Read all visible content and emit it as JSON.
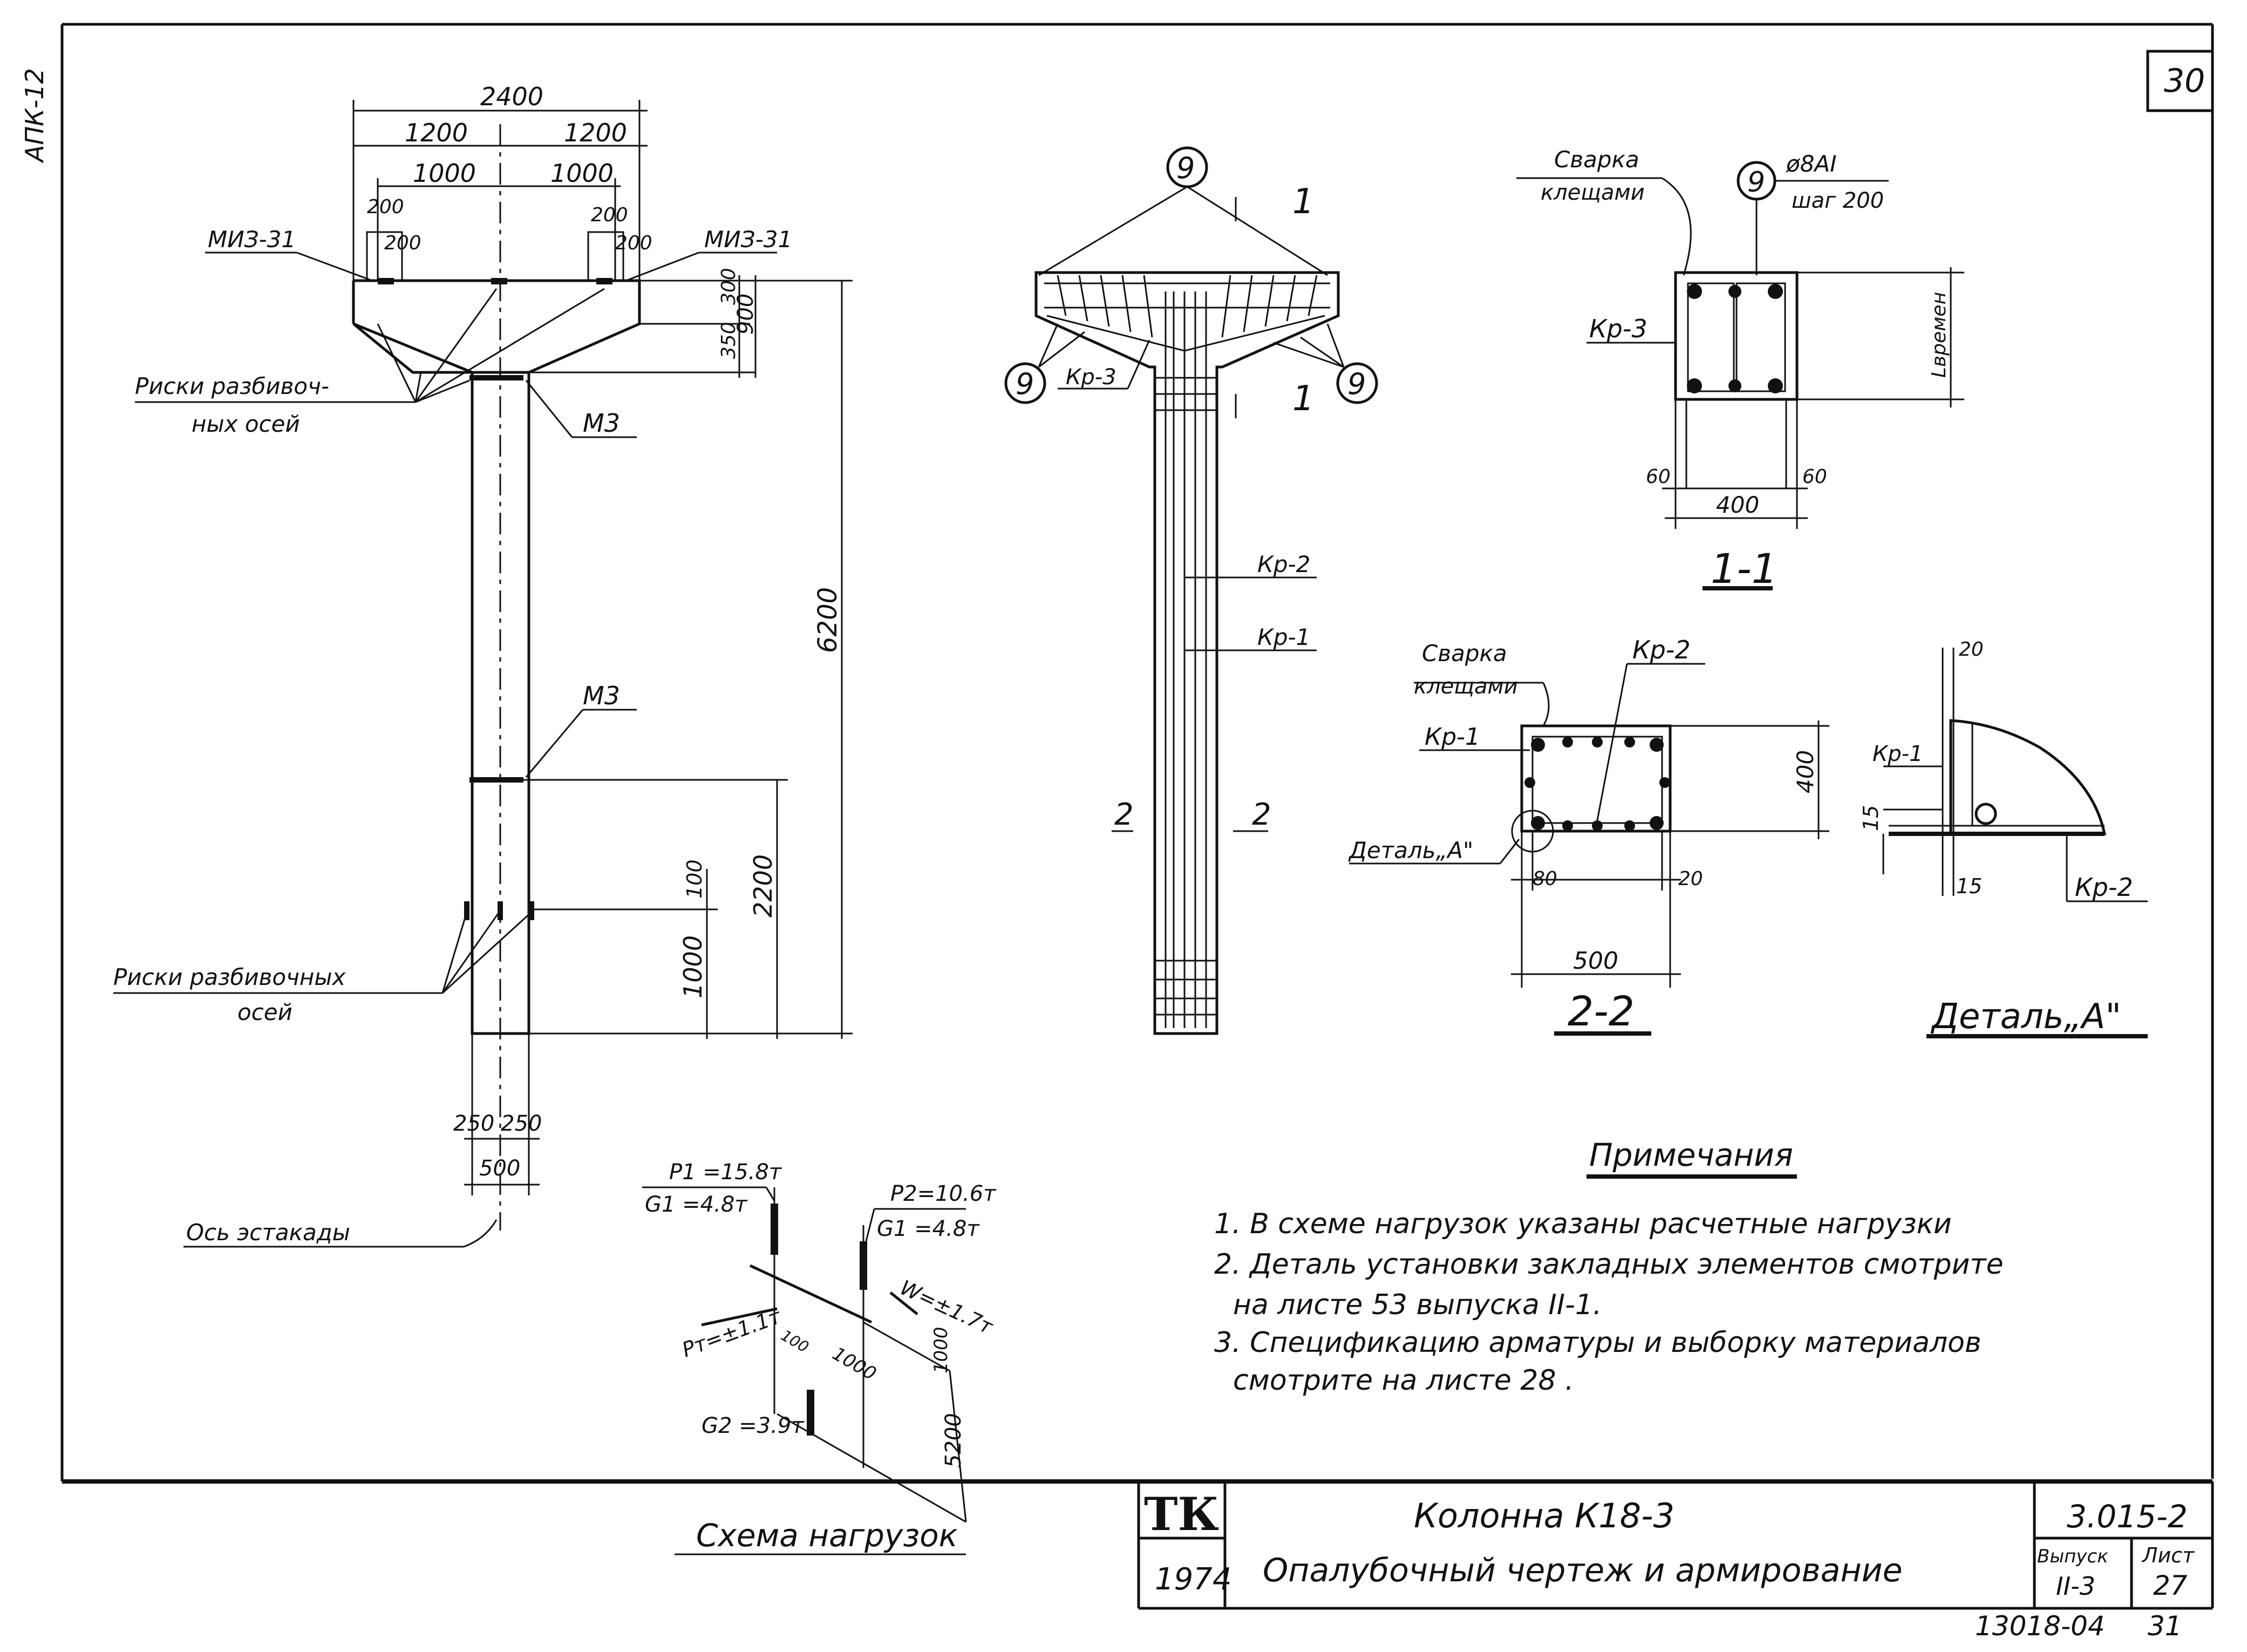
{
  "margin_stamp": "АПК-12",
  "page_number": "30",
  "elevation": {
    "dims": {
      "total_width": "2400",
      "half_left": "1200",
      "half_right": "1200",
      "inner_left": "1000",
      "inner_right": "1000",
      "plate_left_a": "200",
      "plate_left_b": "200",
      "plate_right_a": "200",
      "plate_right_b": "200",
      "top_depth_1": "300",
      "top_depth_2": "350",
      "cap_depth": "900",
      "height": "6200",
      "lower_height": "2200",
      "mark_offset": "100",
      "base_height": "1000",
      "left_half_width": "250",
      "right_half_width": "250",
      "column_width": "500"
    },
    "embed_left": "МИЗ-31",
    "embed_right": "МИЗ-31",
    "axis_marks_top": [
      "Риски разбивоч-",
      "ных осей"
    ],
    "m3_upper": "М3",
    "m3_middle": "М3",
    "axis_marks_bottom": [
      "Риски разбивочных",
      "осей"
    ],
    "trestle_axis": "Ось эстакады"
  },
  "reinforcement": {
    "mesh_marks": [
      "9",
      "9",
      "9"
    ],
    "kp3": "Кр-3",
    "kp2": "Кр-2",
    "kp1": "Кр-1",
    "section_1_top": "1",
    "section_1_bottom": "1",
    "section_2_left": "2",
    "section_2_right": "2"
  },
  "section_1_1": {
    "weld_label": [
      "Сварка",
      "клещами"
    ],
    "mark": "9",
    "bar_spec": [
      "ø8АI",
      "шаг 200"
    ],
    "kp3": "Кр-3",
    "dim_vertical": "Lвремен",
    "dim_left": "60",
    "dim_right": "60",
    "dim_width": "400",
    "title": "1-1"
  },
  "section_2_2": {
    "weld_label": [
      "Сварка",
      "клещами"
    ],
    "kp2": "Кр-2",
    "kp1": "Кр-1",
    "detail_label": "Деталь„А\"",
    "dim_height": "400",
    "dim_left": "80",
    "dim_right": "20",
    "dim_width": "500",
    "title": "2-2"
  },
  "detail_a": {
    "dim_top": "20",
    "kp1": "Кр-1",
    "dim_left": "15",
    "dim_bottom": "15",
    "kp2": "Кр-2",
    "title": "Деталь„А\""
  },
  "load_scheme": {
    "p1": "P1 =15.8т",
    "g1_left": "G1 =4.8т",
    "p2": "P2=10.6т",
    "g1_right": "G1 =4.8т",
    "w": "W=±1.7т",
    "pt": "Pт=±1.1т",
    "dim_a": "100",
    "dim_b": "1000",
    "dim_c": "1000",
    "g2": "G2 =3.9т",
    "dim_height": "5200",
    "title": "Схема нагрузок"
  },
  "notes": {
    "heading": "Примечания",
    "lines": [
      "1. В схеме нагрузок указаны расчетные нагрузки",
      "2. Деталь установки закладных элементов смотрите",
      "на листе   53 выпуска  II-1.",
      "3. Спецификацию   арматуры и выборку материалов",
      "смотрите на листе 28 ."
    ]
  },
  "title_block": {
    "logo": "ТК",
    "year": "1974",
    "title": "Колонна  К18-3",
    "subtitle": "Опалубочный чертеж и армирование",
    "code": "3.015-2",
    "issue_label": "Выпуск",
    "issue": "II-3",
    "sheet_label": "Лист",
    "sheet": "27"
  },
  "footer_number": "13018-04",
  "footer_page": "31"
}
